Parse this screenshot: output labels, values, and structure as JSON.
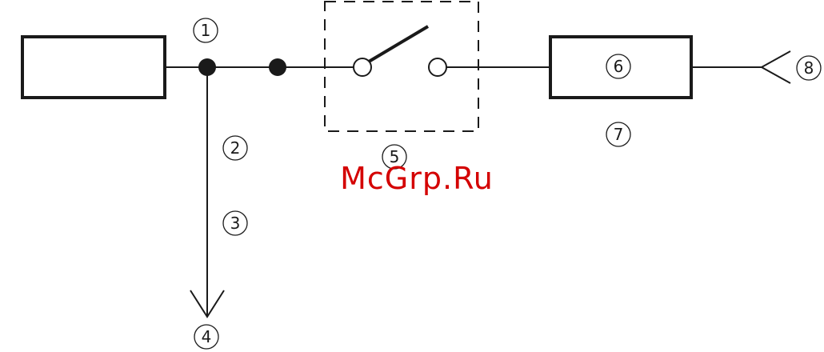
{
  "markers": {
    "m1": "1",
    "m2": "2",
    "m3": "3",
    "m4": "4",
    "m5": "5",
    "m6": "6",
    "m7": "7",
    "m8": "8"
  },
  "watermark": {
    "text": "McGrp.Ru",
    "color": "#d40000"
  },
  "colors": {
    "line": "#1a1a1a",
    "background": "#ffffff"
  }
}
